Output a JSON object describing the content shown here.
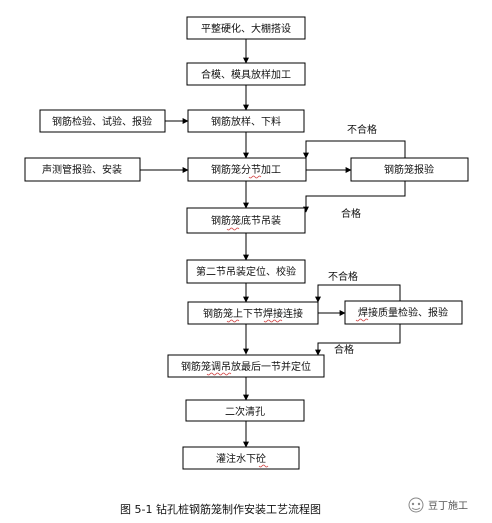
{
  "nodes": {
    "n1": "平整硬化、大棚搭设",
    "n2": "合模、模具放样加工",
    "n3": "钢筋放样、下料",
    "n4": "钢筋笼分节加工",
    "n5": "钢筋笼底节吊装",
    "n6": "第二节吊装定位、校验",
    "n7": "钢筋笼上下节焊接连接",
    "n8": "钢筋笼调吊放最后一节并定位",
    "n9": "二次清孔",
    "n10": "灌注水下砼",
    "left1": "钢筋检验、试验、报验",
    "left2": "声测管报验、安装",
    "right1": "钢筋笼报验",
    "right2": "焊接质量检验、报验"
  },
  "labels": {
    "fail1": "不合格",
    "pass1": "合格",
    "fail2": "不合格",
    "pass2": "合格"
  },
  "caption": "图 5-1   钻孔桩钢筋笼制作安装工艺流程图",
  "watermark": "豆丁施工"
}
